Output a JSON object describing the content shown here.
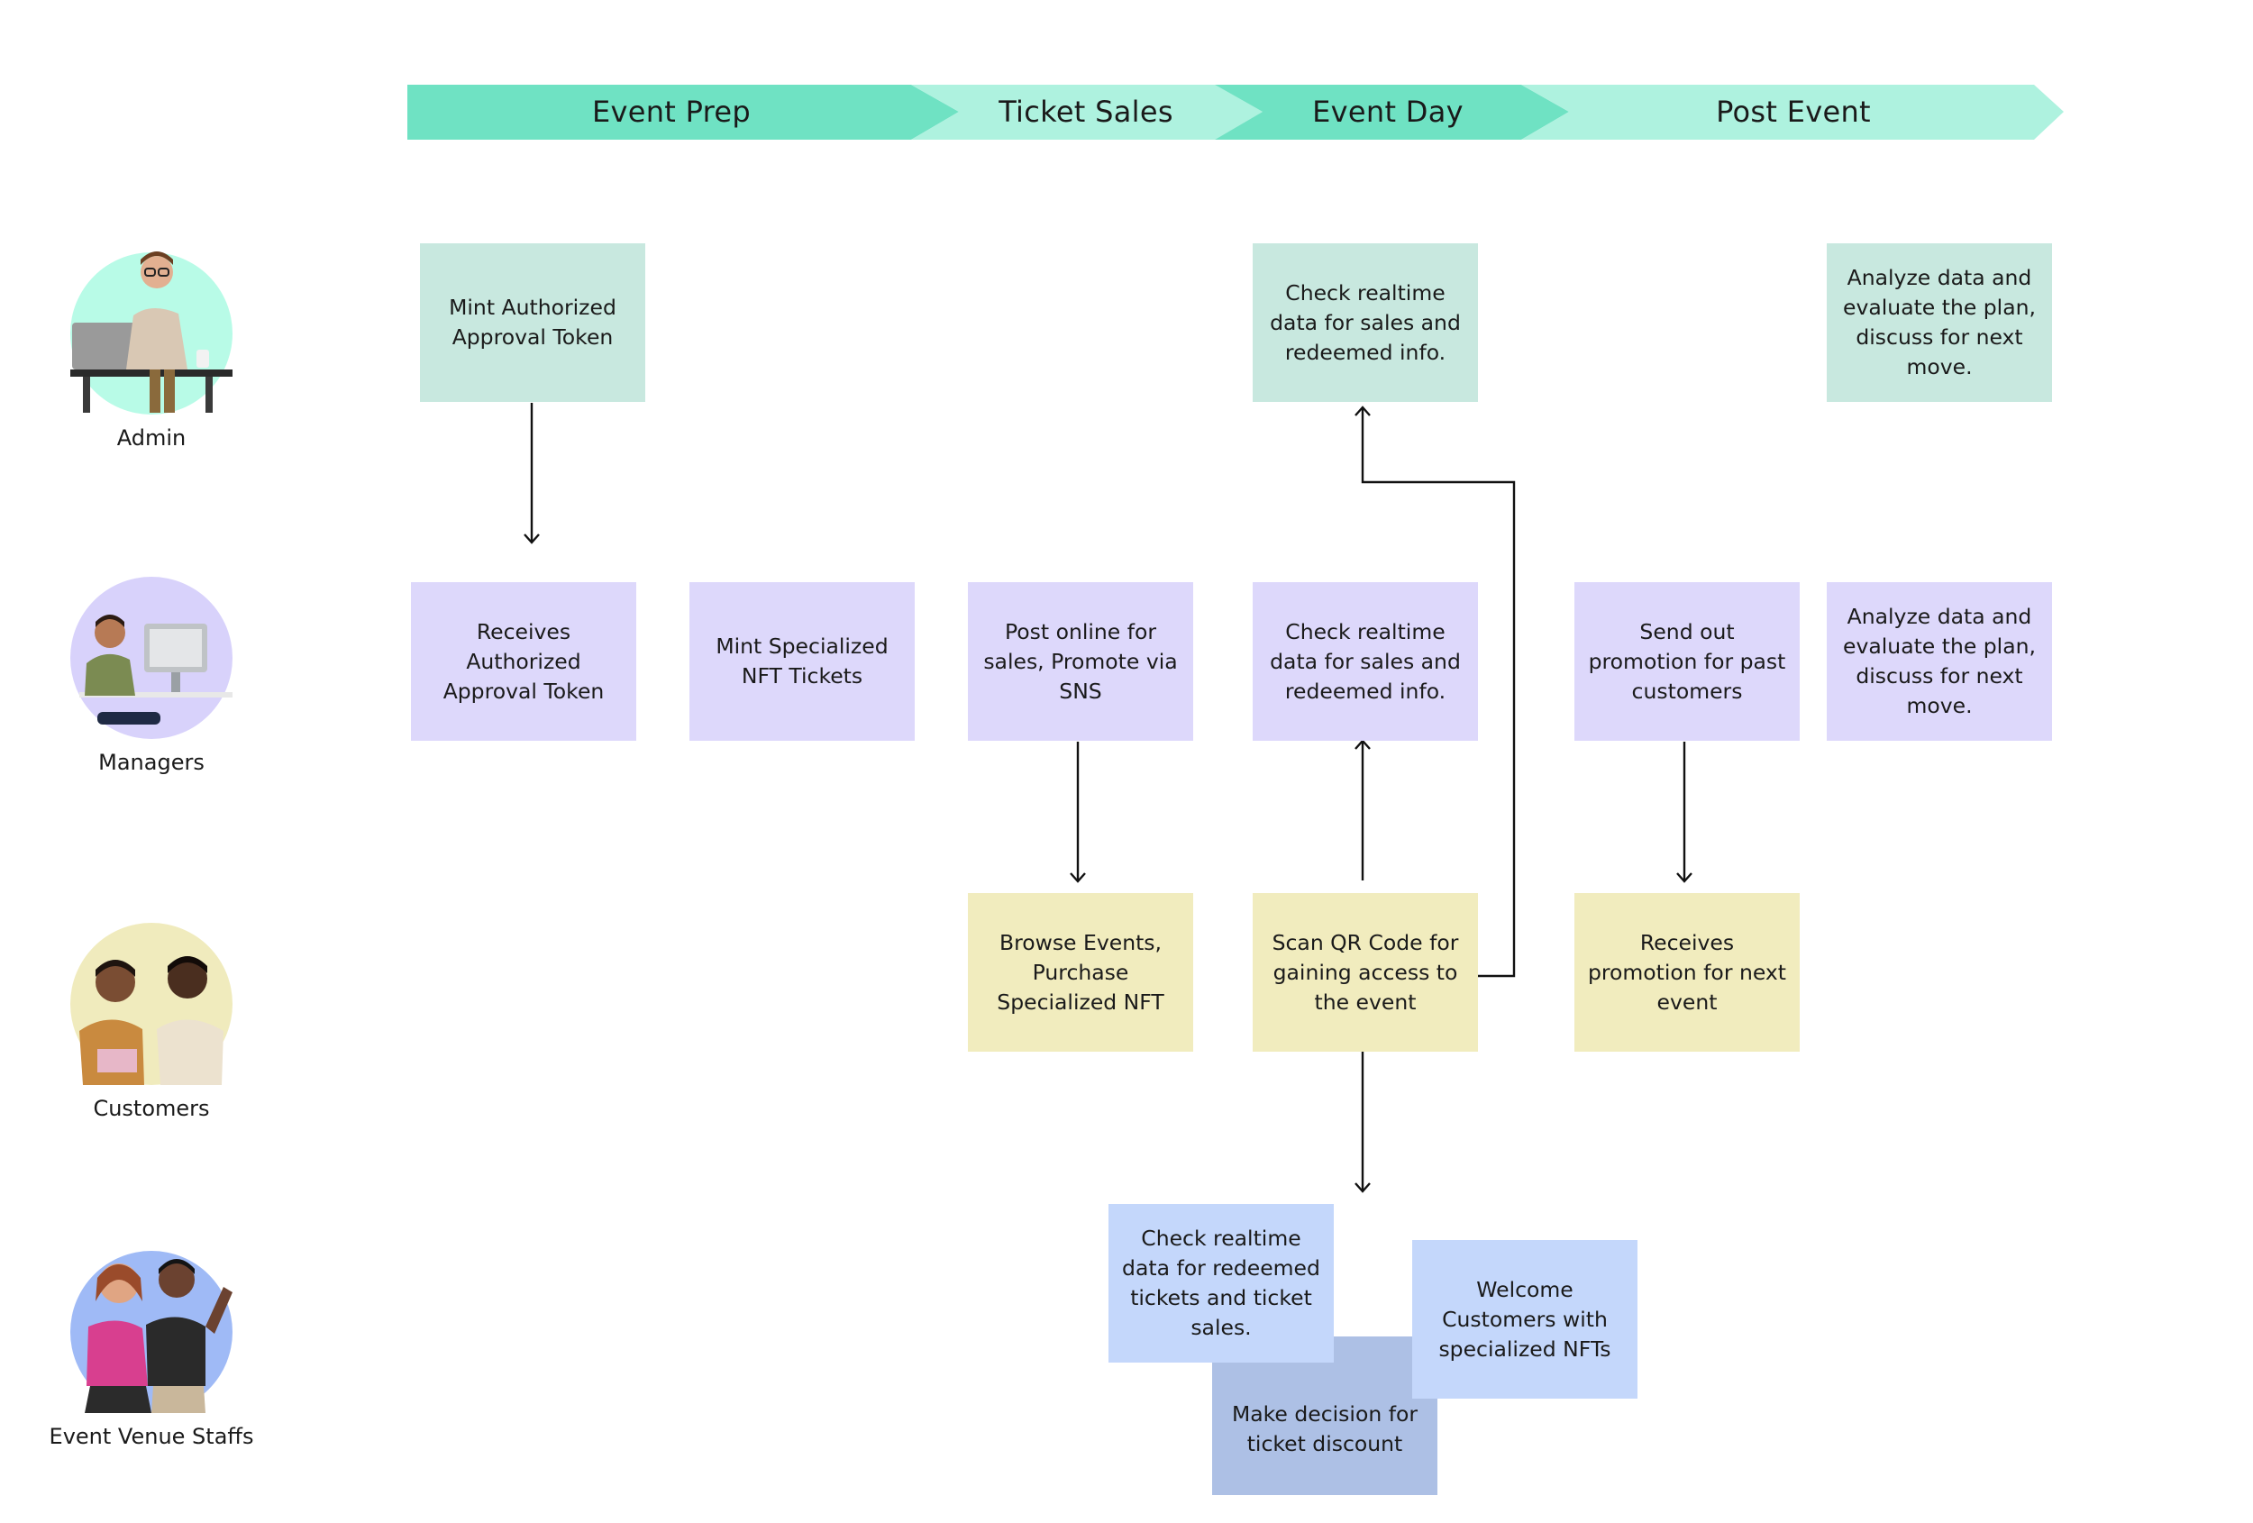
{
  "phases": [
    "Event Prep",
    "Ticket Sales",
    "Event Day",
    "Post Event"
  ],
  "colors": {
    "phase_dark": "#6fe2c3",
    "phase_light": "#aef2df",
    "admin": "#c8e8df",
    "managers": "#ddd8fb",
    "customers": "#f1ecbe",
    "staff": "#c4d7fb",
    "staff_dark": "#adc0e5"
  },
  "actors": [
    "Admin",
    "Managers",
    "Customers",
    "Event Venue Staffs"
  ],
  "cards": {
    "admin_mint": "Mint Authorized Approval Token",
    "admin_check": "Check realtime data for sales and redeemed info.",
    "admin_analyze": "Analyze data and evaluate the plan, discuss for next move.",
    "mgr_receives": "Receives Authorized Approval Token",
    "mgr_mint_nft": "Mint  Specialized NFT Tickets",
    "mgr_post": "Post online for sales, Promote via SNS",
    "mgr_check": "Check realtime data for sales and redeemed info.",
    "mgr_promo": "Send out promotion for past customers",
    "mgr_analyze": "Analyze data and evaluate the plan, discuss for next move.",
    "cust_browse": "Browse Events, Purchase Specialized NFT",
    "cust_scan": "Scan QR Code for gaining access to the event",
    "cust_receives": "Receives promotion for next event",
    "staff_check": "Check realtime data for redeemed tickets and ticket sales.",
    "staff_decision": "Make decision for ticket discount",
    "staff_welcome": "Welcome Customers with specialized NFTs"
  }
}
